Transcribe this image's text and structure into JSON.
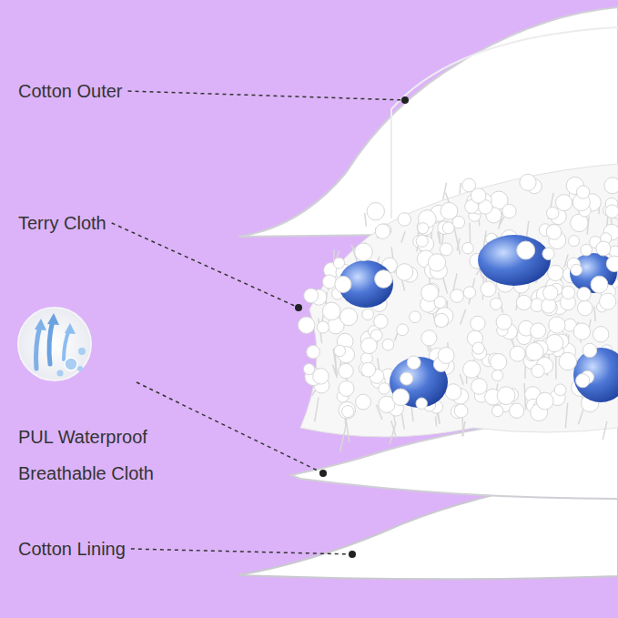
{
  "diagram": {
    "labels": [
      "Cotton Outer",
      "Terry Cloth",
      "PUL Waterproof Breathable Cloth",
      "Cotton Lining"
    ]
  }
}
